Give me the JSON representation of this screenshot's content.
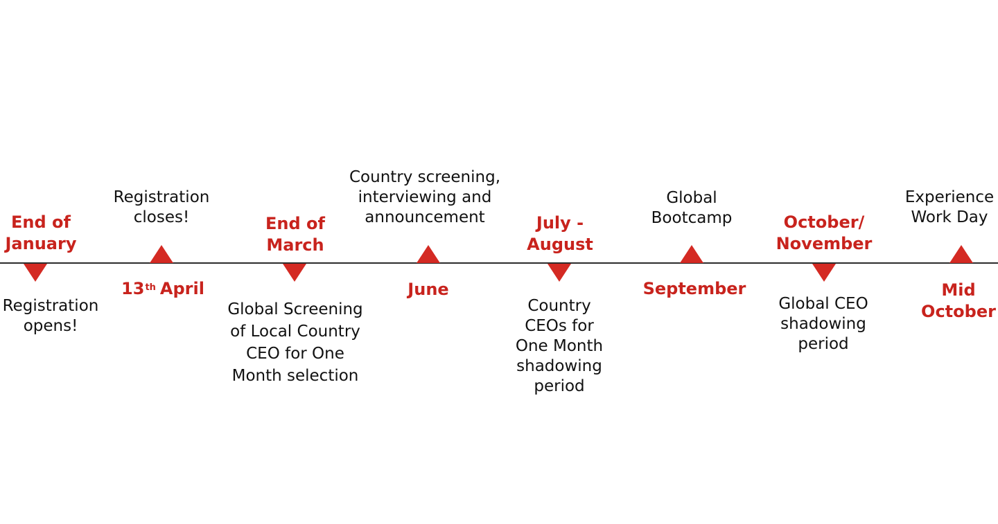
{
  "colors": {
    "accent": "#d42a23",
    "date_text": "#c8231d",
    "description_text": "#111111",
    "axis": "#2b2b2b",
    "background": "#ffffff"
  },
  "events": [
    {
      "date_lines": [
        "End of",
        "January"
      ],
      "description_lines": [
        "Registration",
        "opens!"
      ]
    },
    {
      "date_day": "13",
      "date_suffix": "th",
      "date_month": "April",
      "description_lines": [
        "Registration",
        "closes!"
      ]
    },
    {
      "date_lines": [
        "End of",
        "March"
      ],
      "description_lines": [
        "Global Screening",
        "of Local Country",
        "CEO for One",
        "Month selection"
      ]
    },
    {
      "date_lines": [
        "June"
      ],
      "description_lines": [
        "Country screening,",
        "interviewing and",
        "announcement"
      ]
    },
    {
      "date_lines": [
        "July -",
        "August"
      ],
      "description_lines": [
        "Country",
        "CEOs for",
        "One Month",
        "shadowing",
        "period"
      ]
    },
    {
      "date_lines": [
        "September"
      ],
      "description_lines": [
        "Global",
        "Bootcamp"
      ]
    },
    {
      "date_lines": [
        "October/",
        "November"
      ],
      "description_lines": [
        "Global CEO",
        "shadowing",
        "period"
      ]
    },
    {
      "date_lines": [
        "Mid",
        "October"
      ],
      "description_lines": [
        "Experience",
        "Work Day"
      ]
    }
  ]
}
